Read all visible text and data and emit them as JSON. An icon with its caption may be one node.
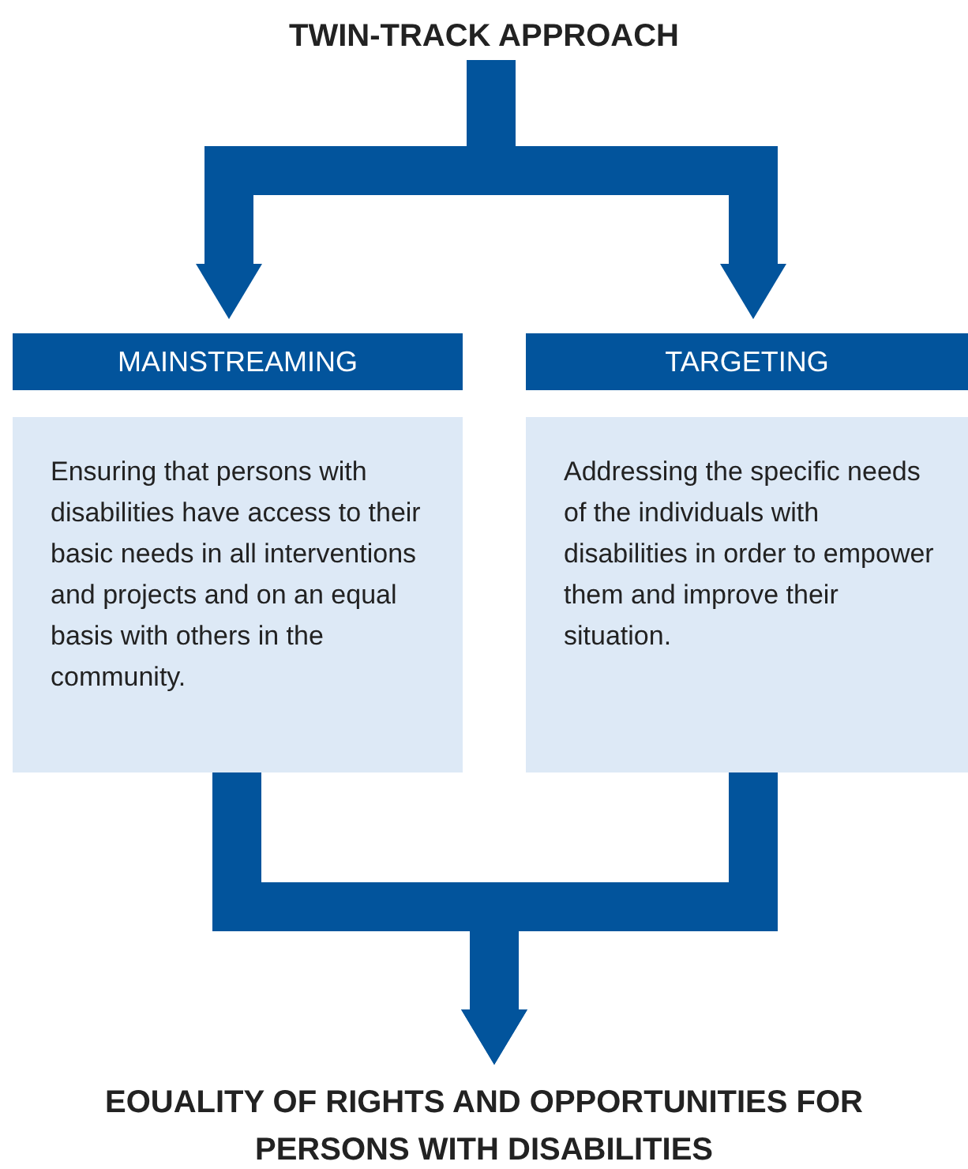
{
  "diagram": {
    "nodes": [
      {
        "text": [
          "TWIN-TRACK APPROACH"
        ]
      },
      {
        "text": [
          "MAINSTREAMING"
        ]
      },
      {
        "text": [
          "Ensuring that persons with disabilities have access to their basic needs in all interventions and projects and on an equal basis with others in the community."
        ]
      },
      {
        "text": [
          "TARGETING"
        ]
      },
      {
        "text": [
          "Addressing the specific needs of the individuals with disabilities in order to empower them and improve their situation."
        ]
      },
      {
        "text": [
          "EOUALITY OF RIGHTS AND OPPORTUNITIES FOR PERSONS WITH DISABILITIES"
        ]
      }
    ],
    "edges": [
      {
        "from": 0,
        "to": 1,
        "arrow": "to"
      },
      {
        "from": 0,
        "to": 3,
        "arrow": "to"
      },
      {
        "from": 2,
        "to": 5,
        "arrow": "to"
      },
      {
        "from": 4,
        "to": 5,
        "arrow": "to"
      }
    ]
  }
}
